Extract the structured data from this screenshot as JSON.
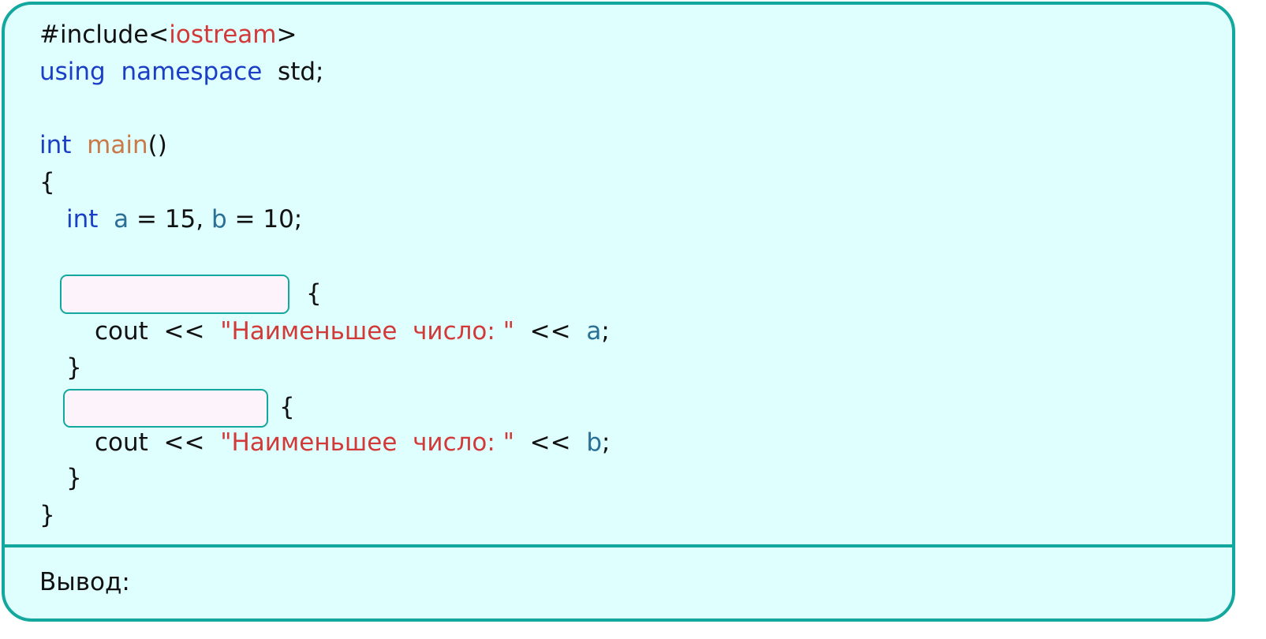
{
  "code": {
    "include_prefix": "#include<",
    "include_lib": "iostream",
    "include_suffix": ">",
    "using_kw": "using",
    "namespace_kw": "namespace",
    "std_part": "std;",
    "int_kw": "int",
    "main_name": "main",
    "main_parens": "()",
    "open_brace": "{",
    "decl_a": "a",
    "decl_eq1": " = 15, ",
    "decl_b": "b",
    "decl_eq2": " = 10;",
    "if_brace_1": "{",
    "cout_prefix": "cout  <<  ",
    "message_string": "\"Наименьшее  число: \"",
    "cout_op": "  <<  ",
    "var_a": "a",
    "var_b": "b",
    "semicolon": ";",
    "close_brace": "}",
    "if_brace_2": "{"
  },
  "blanks": [
    {
      "value": ""
    },
    {
      "value": ""
    }
  ],
  "output": {
    "label": "Вывод:",
    "value": ""
  },
  "colors": {
    "border": "#13a89e",
    "background": "#dffefe",
    "keyword": "#1b3ec6",
    "string": "#d23a3a",
    "function": "#c97a48",
    "variable": "#2a6f95",
    "blank_fill": "#fdf4fb"
  }
}
